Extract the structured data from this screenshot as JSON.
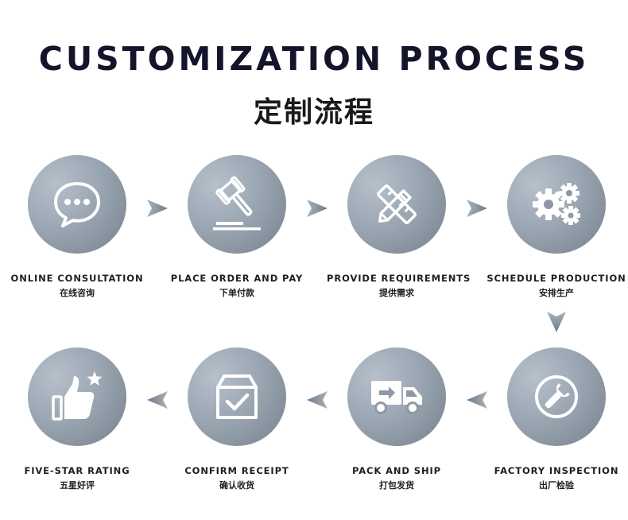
{
  "header": {
    "title_en": "CUSTOMIZATION PROCESS",
    "title_cn": "定制流程"
  },
  "steps": [
    {
      "en": "ONLINE CONSULTATION",
      "cn": "在线咨询",
      "icon": "chat-bubble-icon"
    },
    {
      "en": "PLACE ORDER AND PAY",
      "cn": "下单付款",
      "icon": "gavel-icon"
    },
    {
      "en": "PROVIDE REQUIREMENTS",
      "cn": "提供需求",
      "icon": "pencil-ruler-icon"
    },
    {
      "en": "SCHEDULE PRODUCTION",
      "cn": "安排生产",
      "icon": "gears-icon"
    },
    {
      "en": "FACTORY INSPECTION",
      "cn": "出厂检验",
      "icon": "wrench-icon"
    },
    {
      "en": "PACK AND SHIP",
      "cn": "打包发货",
      "icon": "delivery-truck-icon"
    },
    {
      "en": "CONFIRM RECEIPT",
      "cn": "确认收货",
      "icon": "checked-box-icon"
    },
    {
      "en": "FIVE-STAR RATING",
      "cn": "五星好评",
      "icon": "thumbs-up-star-icon"
    }
  ],
  "colors": {
    "circle_light": "#b6c0cb",
    "circle_dark": "#76808c",
    "title": "#14142a"
  }
}
